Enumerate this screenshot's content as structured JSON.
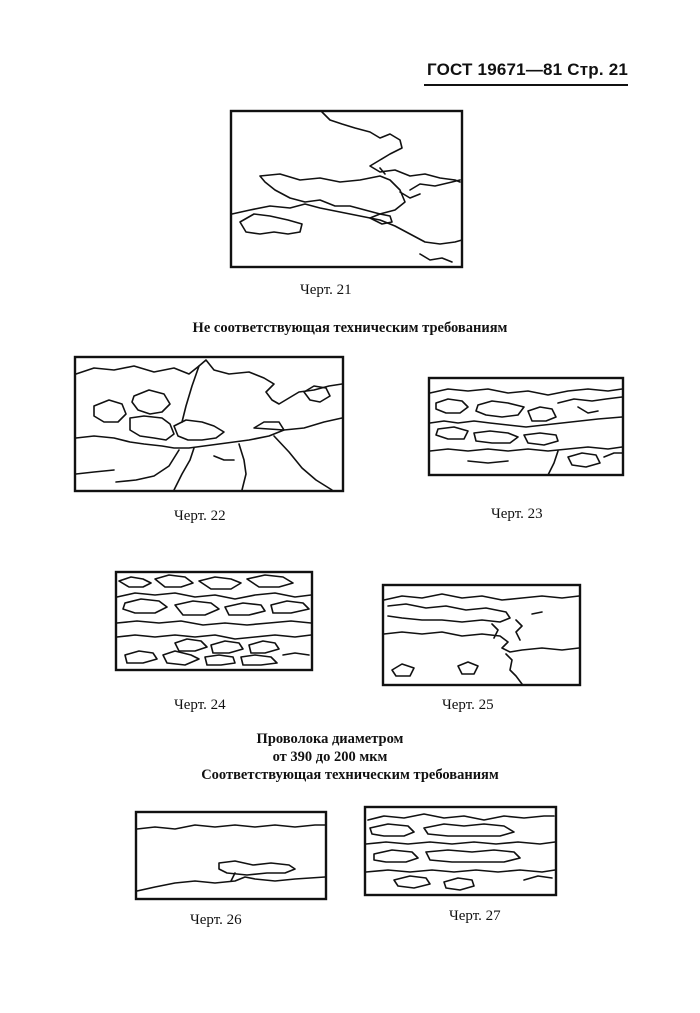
{
  "header": {
    "text": "ГОСТ 19671—81 Стр. 21"
  },
  "figures": [
    {
      "id": "fig21",
      "caption": "Черт. 21"
    },
    {
      "id": "fig22",
      "caption": "Черт. 22"
    },
    {
      "id": "fig23",
      "caption": "Черт. 23"
    },
    {
      "id": "fig24",
      "caption": "Черт. 24"
    },
    {
      "id": "fig25",
      "caption": "Черт. 25"
    },
    {
      "id": "fig26",
      "caption": "Черт. 26"
    },
    {
      "id": "fig27",
      "caption": "Черт. 27"
    }
  ],
  "headings": {
    "nonconforming": "Не соответствующая техническим требованиям",
    "wire_line1": "Проволока диаметром",
    "wire_line2": "от 390 до 200 мкм",
    "conforming": "Соответствующая техническим требованиям"
  }
}
